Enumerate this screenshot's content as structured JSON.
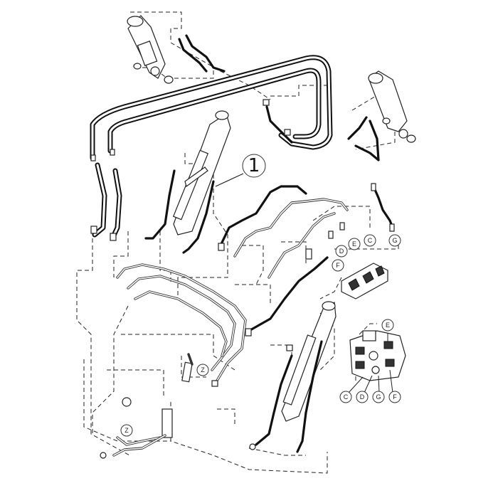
{
  "callouts": {
    "item_number": "1",
    "letters": [
      "D",
      "E",
      "C",
      "G",
      "F",
      "Z",
      "Z",
      "E",
      "C",
      "D",
      "G",
      "F"
    ]
  }
}
